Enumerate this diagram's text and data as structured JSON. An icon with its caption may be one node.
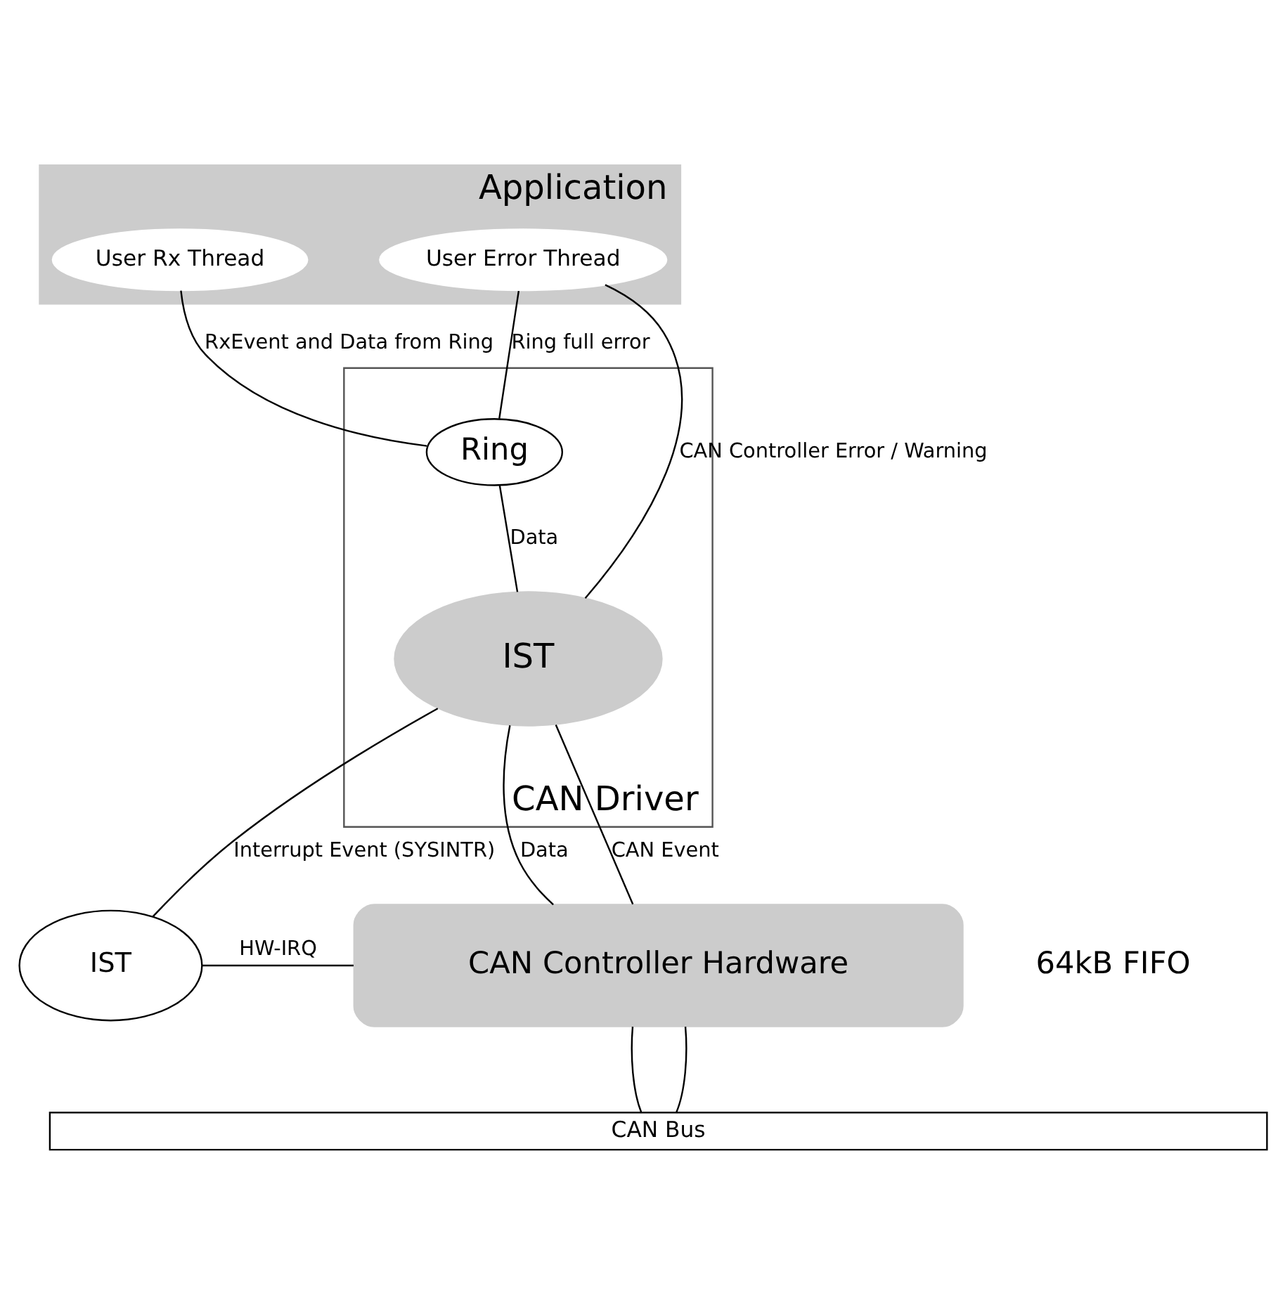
{
  "diagram": {
    "nodes": [
      {
        "text": [
          "Application"
        ]
      },
      {
        "text": [
          "User Error Thread"
        ],
        "in": 0
      },
      {
        "text": [
          "User Rx Thread"
        ],
        "in": 0
      },
      {
        "text": [
          "CAN Driver"
        ]
      },
      {
        "text": [
          "Ring"
        ],
        "in": 3
      },
      {
        "text": [
          "IST"
        ],
        "in": 3
      },
      {
        "text": [
          "CAN Controller Hardware"
        ],
        "beside": [
          "64kB FIFO"
        ]
      },
      {
        "text": [
          "IST"
        ]
      },
      {
        "text": [
          "CAN Bus"
        ]
      }
    ],
    "edges": [
      {
        "from": 1,
        "to": 4,
        "arrow": "none",
        "label": "Ring full error"
      },
      {
        "from": 2,
        "to": 4,
        "arrow": "none",
        "label": "RxEvent and Data from Ring"
      },
      {
        "from": 1,
        "to": 5,
        "arrow": "none",
        "label": "CAN Controller Error / Warning"
      },
      {
        "from": 4,
        "to": 5,
        "arrow": "none",
        "label": "Data"
      },
      {
        "from": 5,
        "to": 7,
        "arrow": "none",
        "label": "Interrupt Event (SYSINTR)"
      },
      {
        "from": 5,
        "to": 6,
        "arrow": "none",
        "label": "Data"
      },
      {
        "from": 5,
        "to": 6,
        "arrow": "none",
        "label": "CAN Event"
      },
      {
        "from": 7,
        "to": 6,
        "arrow": "none",
        "label": "HW-IRQ"
      },
      {
        "from": 6,
        "to": 8,
        "arrow": "none"
      },
      {
        "from": 6,
        "to": 8,
        "arrow": "none"
      }
    ]
  }
}
